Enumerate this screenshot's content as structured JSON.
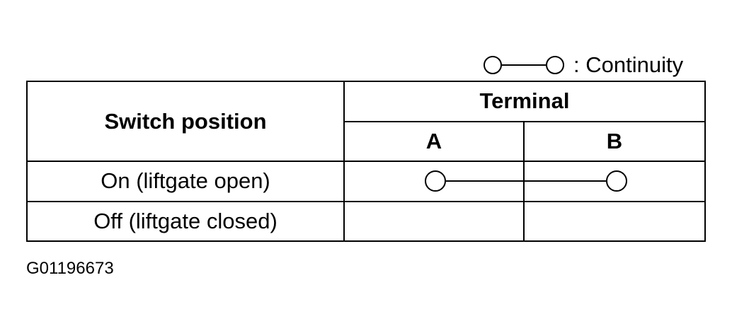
{
  "legend": {
    "symbol": "continuity-symbol-icon",
    "label": ": Continuity"
  },
  "table": {
    "header_switch_position": "Switch position",
    "header_terminal": "Terminal",
    "terminal_a": "A",
    "terminal_b": "B",
    "rows": [
      {
        "position": "On (liftgate open)",
        "continuity": true
      },
      {
        "position": "Off (liftgate closed)",
        "continuity": false
      }
    ]
  },
  "figure_id": "G01196673"
}
